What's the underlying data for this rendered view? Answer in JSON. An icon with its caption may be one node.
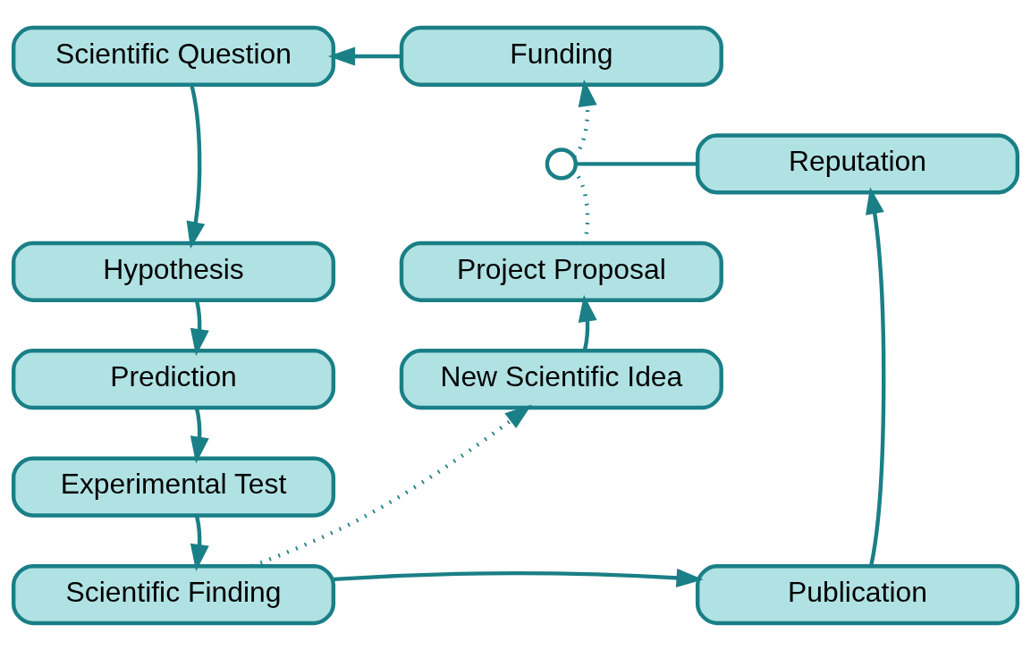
{
  "diagram": {
    "nodes": [
      {
        "text": [
          "Scientific Question"
        ]
      },
      {
        "text": [
          "Funding"
        ]
      },
      {
        "text": [
          "Hypothesis"
        ]
      },
      {
        "text": [
          "Prediction"
        ]
      },
      {
        "text": [
          "Experimental Test"
        ]
      },
      {
        "text": [
          "Scientific Finding"
        ]
      },
      {
        "text": [
          "Project Proposal"
        ]
      },
      {
        "text": [
          "New Scientific Idea"
        ]
      },
      {
        "text": [
          "Reputation"
        ]
      },
      {
        "text": [
          "Publication"
        ]
      },
      {
        "text": [],
        "shape": "circle"
      }
    ],
    "edges": [
      {
        "from": 1,
        "to": 0,
        "arrow": "to"
      },
      {
        "from": 0,
        "to": 2,
        "arrow": "to"
      },
      {
        "from": 2,
        "to": 3,
        "arrow": "to"
      },
      {
        "from": 3,
        "to": 4,
        "arrow": "to"
      },
      {
        "from": 4,
        "to": 5,
        "arrow": "to"
      },
      {
        "from": 5,
        "to": 9,
        "arrow": "to"
      },
      {
        "from": 5,
        "to": 7,
        "arrow": "to",
        "style": "dashed"
      },
      {
        "from": 7,
        "to": 6,
        "arrow": "to"
      },
      {
        "from": 9,
        "to": 8,
        "arrow": "to"
      },
      {
        "from": 6,
        "to": 10,
        "arrow": "none",
        "style": "dashed"
      },
      {
        "from": 10,
        "to": 1,
        "arrow": "to",
        "style": "dashed"
      },
      {
        "from": 8,
        "to": 10,
        "arrow": "none"
      }
    ]
  }
}
